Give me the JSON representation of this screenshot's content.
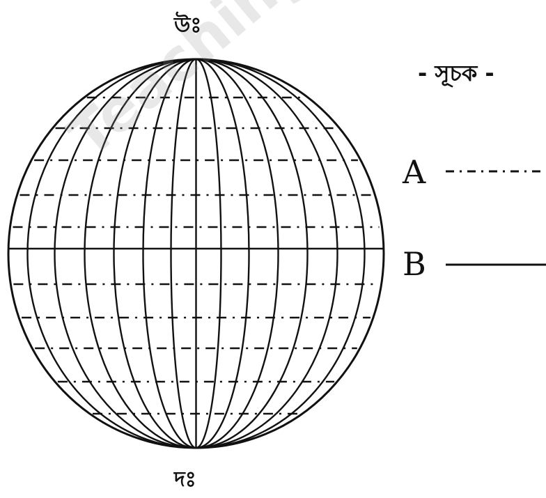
{
  "diagram": {
    "north_label": "উঃ",
    "south_label": "দঃ",
    "watermark": "Teachingbd",
    "legend": {
      "title": "- সূচক -",
      "items": [
        {
          "key": "A",
          "line_style": "dash-dot"
        },
        {
          "key": "B",
          "line_style": "solid"
        }
      ]
    }
  },
  "colors": {
    "line": "#111111",
    "watermark": "#969696"
  }
}
